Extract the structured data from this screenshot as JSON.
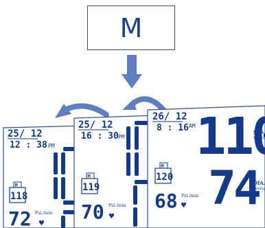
{
  "button": {
    "label": "M"
  },
  "screens": [
    {
      "date": "25/ 12",
      "time": "12 : 38",
      "ampm": "PM",
      "memory_badge": "M",
      "memory_index": "118",
      "pulse": "72",
      "pulse_unit": "Pul./min"
    },
    {
      "date": "25/ 12",
      "time": "16 : 30",
      "ampm": "PM",
      "memory_badge": "M",
      "memory_index": "119",
      "pulse": "70",
      "pulse_unit": "Pul./min"
    },
    {
      "date": "26/ 12",
      "time": "8 : 16",
      "ampm": "AM",
      "memory_badge": "M",
      "memory_index": "120",
      "pulse": "68",
      "pulse_unit": "Pul./min",
      "systolic": "110",
      "diastolic": "74",
      "sys_label": "SYS.",
      "sys_unit": "mmHg",
      "dia_label": "DIA.",
      "dia_unit": "mmHg"
    }
  ],
  "colors": {
    "ink": "#123a8c",
    "arrow": "#5f7fc0",
    "frame": "#2d4f9c"
  }
}
